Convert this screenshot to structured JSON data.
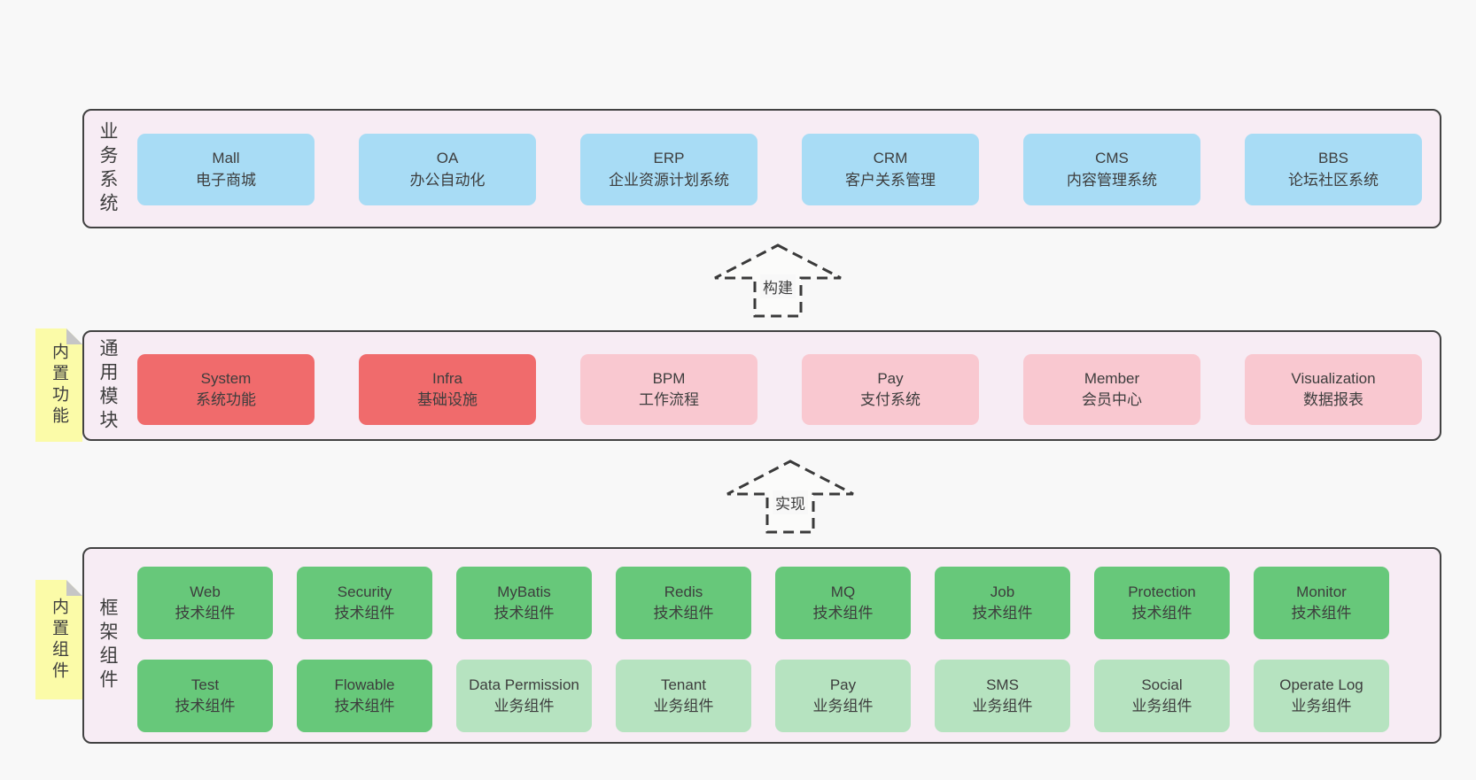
{
  "colors": {
    "page_bg": "#f8f8f8",
    "layer_bg": "#f7ecf4",
    "layer_border": "#424242",
    "blue": "#a8dcf5",
    "red": "#f06b6c",
    "pink": "#f9c8d0",
    "green": "#67c87a",
    "light_green": "#b6e3c0",
    "note_yellow": "#fbfba8",
    "note_fold": "#c6c6c6",
    "text": "#3d3d3d"
  },
  "arrows": [
    {
      "id": "build",
      "label": "构建"
    },
    {
      "id": "implement",
      "label": "实现"
    }
  ],
  "layers": [
    {
      "id": "business-systems",
      "label": "业务系统",
      "note": "",
      "boxes": [
        {
          "name": "Mall",
          "desc": "电子商城",
          "variant": "blue"
        },
        {
          "name": "OA",
          "desc": "办公自动化",
          "variant": "blue"
        },
        {
          "name": "ERP",
          "desc": "企业资源计划系统",
          "variant": "blue"
        },
        {
          "name": "CRM",
          "desc": "客户关系管理",
          "variant": "blue"
        },
        {
          "name": "CMS",
          "desc": "内容管理系统",
          "variant": "blue"
        },
        {
          "name": "BBS",
          "desc": "论坛社区系统",
          "variant": "blue"
        }
      ]
    },
    {
      "id": "common-modules",
      "label": "通用模块",
      "note": "内置功能",
      "boxes": [
        {
          "name": "System",
          "desc": "系统功能",
          "variant": "red"
        },
        {
          "name": "Infra",
          "desc": "基础设施",
          "variant": "red"
        },
        {
          "name": "BPM",
          "desc": "工作流程",
          "variant": "pink"
        },
        {
          "name": "Pay",
          "desc": "支付系统",
          "variant": "pink"
        },
        {
          "name": "Member",
          "desc": "会员中心",
          "variant": "pink"
        },
        {
          "name": "Visualization",
          "desc": "数据报表",
          "variant": "pink"
        }
      ]
    },
    {
      "id": "framework-components",
      "label": "框架组件",
      "note": "内置组件",
      "rows": [
        [
          {
            "name": "Web",
            "desc": "技术组件",
            "variant": "green"
          },
          {
            "name": "Security",
            "desc": "技术组件",
            "variant": "green"
          },
          {
            "name": "MyBatis",
            "desc": "技术组件",
            "variant": "green"
          },
          {
            "name": "Redis",
            "desc": "技术组件",
            "variant": "green"
          },
          {
            "name": "MQ",
            "desc": "技术组件",
            "variant": "green"
          },
          {
            "name": "Job",
            "desc": "技术组件",
            "variant": "green"
          },
          {
            "name": "Protection",
            "desc": "技术组件",
            "variant": "green"
          },
          {
            "name": "Monitor",
            "desc": "技术组件",
            "variant": "green"
          }
        ],
        [
          {
            "name": "Test",
            "desc": "技术组件",
            "variant": "green"
          },
          {
            "name": "Flowable",
            "desc": "技术组件",
            "variant": "green"
          },
          {
            "name": "Data Permission",
            "desc": "业务组件",
            "variant": "lightgreen"
          },
          {
            "name": "Tenant",
            "desc": "业务组件",
            "variant": "lightgreen"
          },
          {
            "name": "Pay",
            "desc": "业务组件",
            "variant": "lightgreen"
          },
          {
            "name": "SMS",
            "desc": "业务组件",
            "variant": "lightgreen"
          },
          {
            "name": "Social",
            "desc": "业务组件",
            "variant": "lightgreen"
          },
          {
            "name": "Operate Log",
            "desc": "业务组件",
            "variant": "lightgreen"
          }
        ]
      ]
    }
  ]
}
